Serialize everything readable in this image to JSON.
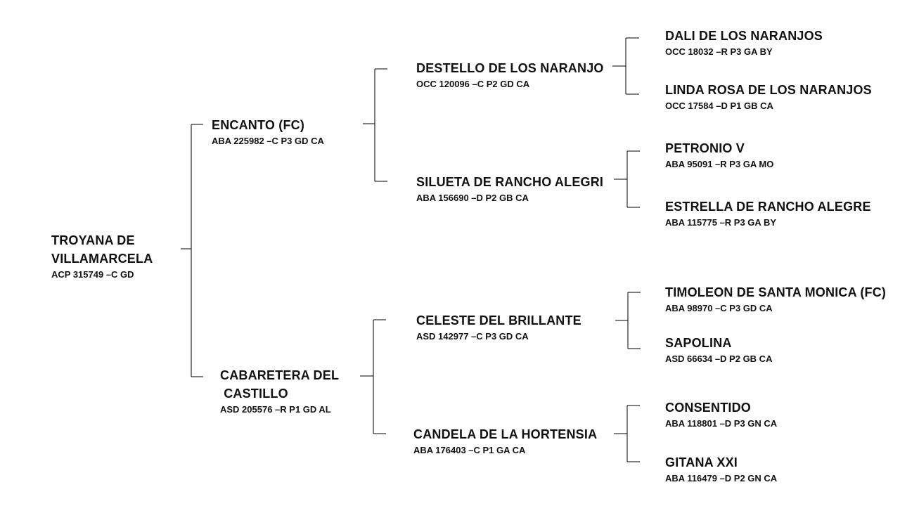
{
  "pedigree": {
    "subject": {
      "name_line1": "TROYANA DE",
      "name_line2": "VILLAMARCELA",
      "registration": "ACP 315749 –C GD"
    },
    "sire": {
      "name": "ENCANTO (FC)",
      "registration": "ABA 225982 –C P3 GD CA"
    },
    "dam": {
      "name_line1": "CABARETERA DEL",
      "name_line2": " CASTILLO",
      "registration": "ASD 205576 –R P1 GD AL"
    },
    "sire_sire": {
      "name": "DESTELLO DE LOS NARANJO",
      "registration": "OCC 120096 –C P2 GD CA"
    },
    "sire_dam": {
      "name": "SILUETA DE RANCHO ALEGRI",
      "registration": "ABA 156690 –D P2 GB CA"
    },
    "dam_sire": {
      "name": "CELESTE DEL BRILLANTE",
      "registration": "ASD 142977 –C P3 GD CA"
    },
    "dam_dam": {
      "name": "CANDELA DE LA HORTENSIA",
      "registration": "ABA 176403 –C P1 GA CA"
    },
    "ggp": [
      {
        "name": "DALI DE LOS NARANJOS",
        "registration": "OCC 18032 –R P3 GA BY"
      },
      {
        "name": "LINDA ROSA DE LOS NARANJOS",
        "registration": "OCC 17584 –D P1 GB CA"
      },
      {
        "name": "PETRONIO V",
        "registration": "ABA 95091 –R P3 GA MO"
      },
      {
        "name": "ESTRELLA DE RANCHO ALEGRE",
        "registration": "ABA 115775 –R P3 GA BY"
      },
      {
        "name": "TIMOLEON DE SANTA MONICA (FC)",
        "registration": "ABA 98970 –C P3 GD CA"
      },
      {
        "name": "SAPOLINA",
        "registration": "ASD 66634 –D P2 GB CA"
      },
      {
        "name": "CONSENTIDO",
        "registration": "ABA 118801 –D P3 GN CA"
      },
      {
        "name": "GITANA XXI",
        "registration": "ABA 116479 –D P2 GN CA"
      }
    ]
  }
}
